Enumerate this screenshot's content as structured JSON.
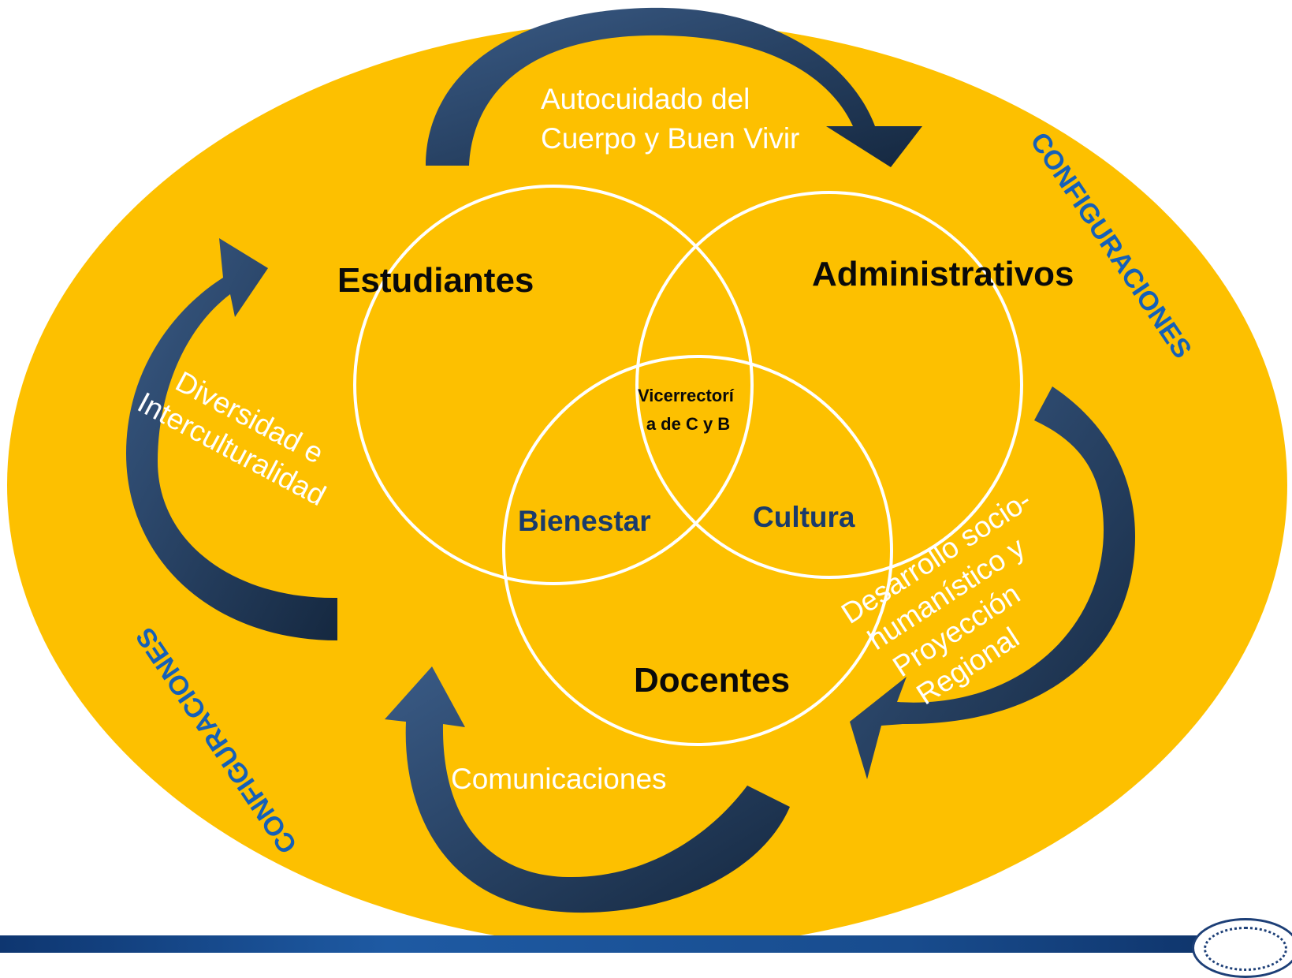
{
  "diagram": {
    "circles": {
      "students": "Estudiantes",
      "administrative": "Administrativos",
      "teachers": "Docentes"
    },
    "center_label": "Vicerrectoría de C y B",
    "center_lines": [
      "Vicerrectorí",
      "a de C y B"
    ],
    "intersection_labels": {
      "left": "Bienestar",
      "right": "Cultura"
    },
    "arrow_labels": {
      "top_lines": [
        "Autocuidado del",
        "Cuerpo y Buen Vivir"
      ],
      "left_lines": [
        "Diversidad e",
        "Interculturalidad"
      ],
      "right_lines": [
        "Desarrollo socio-",
        "humanístico y",
        "Proyección",
        "Regional"
      ],
      "bottom": "Comunicaciones"
    },
    "outer_labels": {
      "right": "CONFIGURACIONES",
      "left": "CONFIGURACIONES"
    }
  },
  "colors": {
    "ellipse": "#fdc000",
    "arrow": "#1e3a5f",
    "circle_stroke": "#ffffff",
    "config_text": "#1560b8",
    "dark_text": "#0a0a0a",
    "inner_blue_text": "#1a3b6b"
  }
}
